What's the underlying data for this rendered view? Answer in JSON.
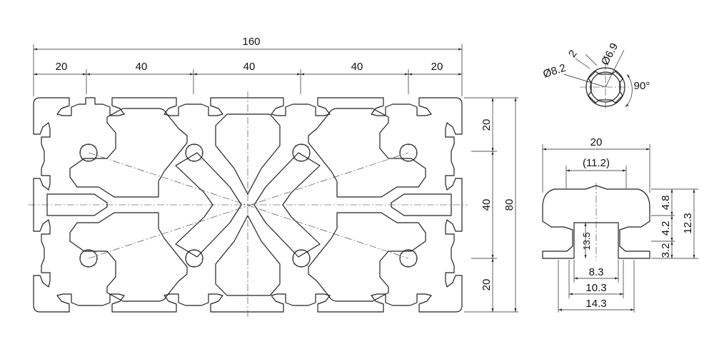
{
  "main_profile": {
    "overall_width": "160",
    "section_widths": [
      "20",
      "40",
      "40",
      "40",
      "20"
    ],
    "right_heights": [
      "20",
      "40",
      "20"
    ],
    "overall_height": "80"
  },
  "bore_detail": {
    "outer_diameter": "Ø8.2",
    "inner_diameter": "Ø6.9",
    "slot_width": "2",
    "angle": "90°"
  },
  "slot_detail": {
    "top_width": "20",
    "opening_width": "(11.2)",
    "depth_center": "13.5",
    "bottom_widths": [
      "8.3",
      "10.3",
      "14.3"
    ],
    "right_heights": [
      "4.8",
      "4.2",
      "3.2"
    ],
    "total_height": "12.3"
  },
  "colors": {
    "line": "#222222",
    "background": "#ffffff"
  }
}
